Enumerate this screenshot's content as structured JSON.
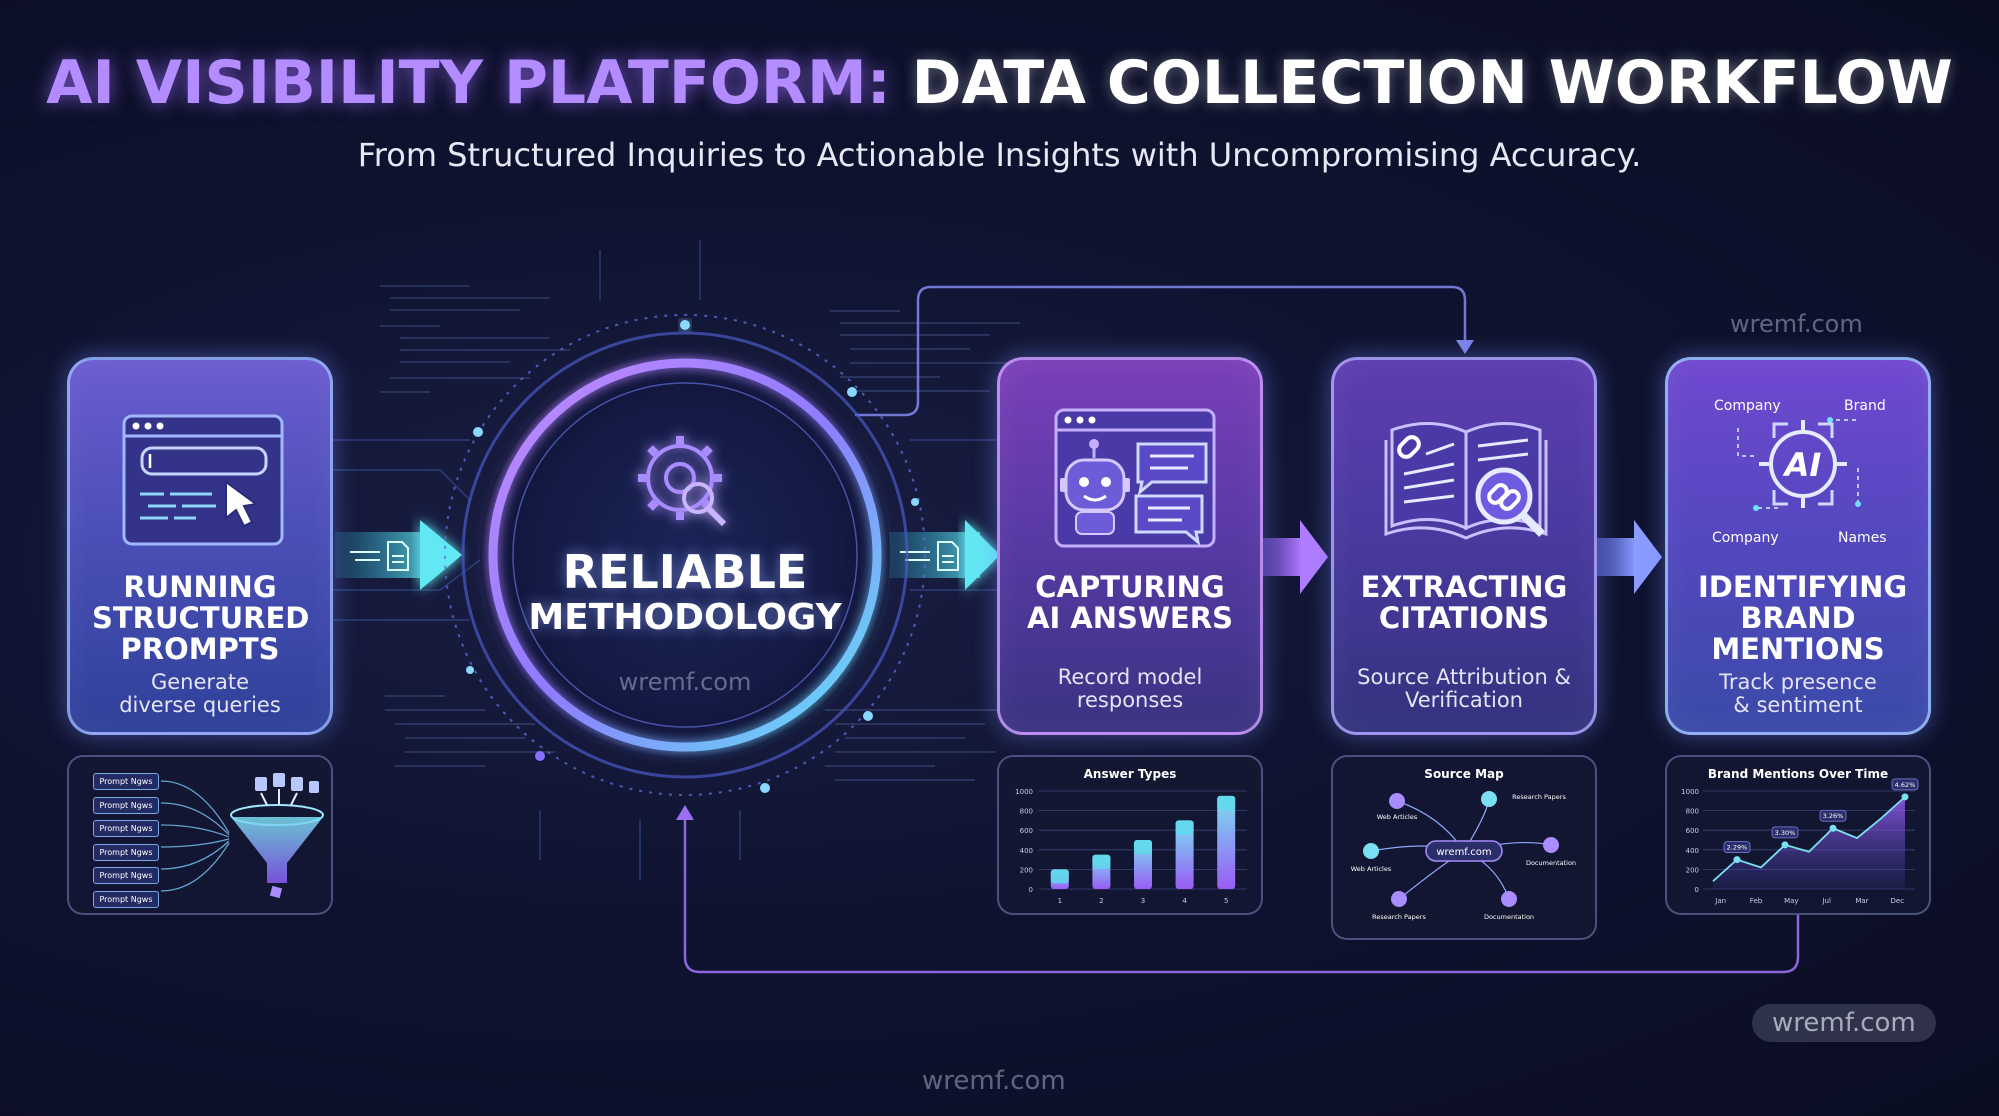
{
  "header": {
    "title_part1": "AI VISIBILITY PLATFORM:",
    "title_part2": "DATA COLLECTION WORKFLOW",
    "subtitle": "From Structured Inquiries to Actionable Insights with Uncompromising Accuracy."
  },
  "center": {
    "line1": "RELIABLE",
    "line2": "METHODOLOGY",
    "watermark": "wremf.com"
  },
  "steps": [
    {
      "title": "RUNNING STRUCTURED PROMPTS",
      "desc": "Generate diverse queries",
      "icon": "browser-cursor-icon"
    },
    {
      "title": "CAPTURING AI ANSWERS",
      "desc": "Record model responses",
      "icon": "robot-chat-icon"
    },
    {
      "title": "EXTRACTING CITATIONS",
      "desc": "Source Attribution & Verification",
      "icon": "book-link-icon"
    },
    {
      "title": "IDENTIFYING BRAND MENTIONS",
      "desc": "Track presence & sentiment",
      "icon": "ai-target-icon"
    }
  ],
  "brand_icon": {
    "top_left": "Company",
    "top_right": "Brand",
    "bottom_left": "Company",
    "bottom_right": "Names",
    "mark": "AI"
  },
  "funnel_panel": {
    "items": [
      "Prompt Ngws",
      "Prompt Ngws",
      "Prompt Ngws",
      "Prompt Ngws",
      "Prompt Ngws",
      "Prompt Ngws"
    ]
  },
  "answer_types": {
    "title": "Answer Types",
    "yticks": [
      "1000",
      "800",
      "600",
      "400",
      "200",
      "0"
    ],
    "xticks": [
      "1",
      "2",
      "3",
      "4",
      "5"
    ],
    "values": [
      200,
      350,
      500,
      700,
      950
    ]
  },
  "source_map": {
    "title": "Source Map",
    "center": "wremf.com",
    "nodes": [
      "Web Articles",
      "Research Papers",
      "Web Articles",
      "Documentation",
      "Research Papers",
      "Documentation"
    ]
  },
  "brand_chart": {
    "title": "Brand Mentions Over Time",
    "yticks": [
      "1000",
      "800",
      "600",
      "400",
      "200",
      "0"
    ],
    "xticks": [
      "Jan",
      "Feb",
      "May",
      "Jul",
      "Mar",
      "Dec"
    ],
    "labels": [
      "2.29%",
      "3.30%",
      "3.26%",
      "4.62%"
    ]
  },
  "watermarks": [
    "wremf.com",
    "wremf.com",
    "wremf.com"
  ],
  "colors": {
    "purple": "#b38cff",
    "cyan": "#5fe3f0",
    "violet": "#8a5cf6"
  }
}
